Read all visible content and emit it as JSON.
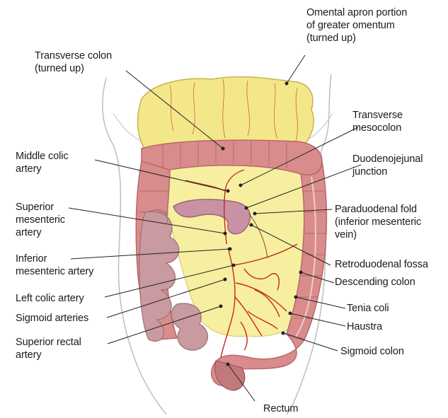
{
  "labels": {
    "omental_apron": [
      "Omental apron portion",
      "of greater omentum",
      "(turned up)"
    ],
    "transverse_colon": [
      "Transverse colon",
      "(turned up)"
    ],
    "transverse_mesocolon": [
      "Transverse",
      "mesocolon"
    ],
    "middle_colic_artery": [
      "Middle colic",
      "artery"
    ],
    "duodenojejunal_junction": [
      "Duodenojejunal",
      "junction"
    ],
    "superior_mesenteric_artery": [
      "Superior",
      "mesenteric",
      "artery"
    ],
    "paraduodenal_fold": [
      "Paraduodenal fold",
      "(inferior mesenteric",
      "vein)"
    ],
    "inferior_mesenteric_artery": [
      "Inferior",
      "mesenteric artery"
    ],
    "retroduodenal_fossa": [
      "Retroduodenal fossa"
    ],
    "left_colic_artery": [
      "Left colic artery"
    ],
    "descending_colon": [
      "Descending colon"
    ],
    "sigmoid_arteries": [
      "Sigmoid arteries"
    ],
    "tenia_coli": [
      "Tenia coli"
    ],
    "haustra": [
      "Haustra"
    ],
    "superior_rectal_artery": [
      "Superior rectal",
      "artery"
    ],
    "sigmoid_colon": [
      "Sigmoid colon"
    ],
    "rectum": [
      "Rectum"
    ]
  },
  "colors": {
    "omentum": "#f4e78a",
    "omentum_edge": "#c9b34a",
    "colon": "#d98c8c",
    "colon_dark": "#b8676b",
    "mesentery": "#f7efa0",
    "small_intestine": "#c99aa0",
    "artery": "#c0281e",
    "skin_outline": "#b8b8b8"
  }
}
